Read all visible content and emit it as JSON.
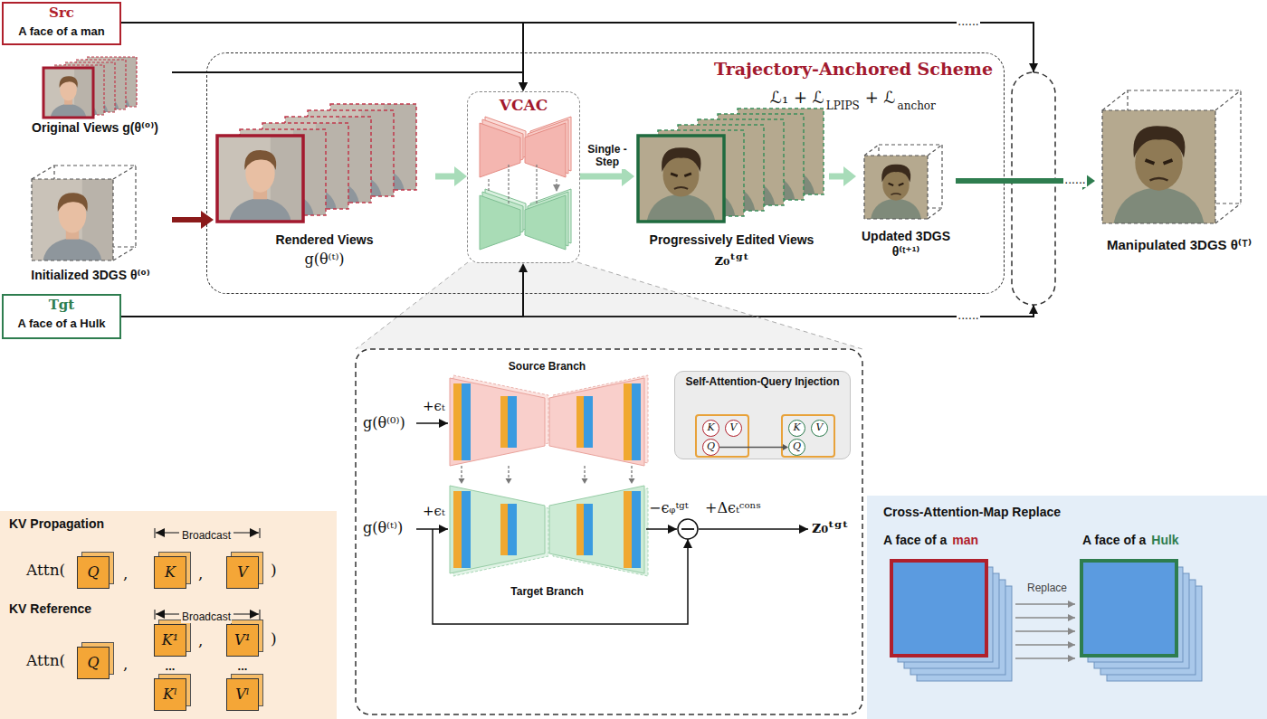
{
  "diagram": {
    "nodes": [
      {
        "text": [
          "Src",
          "A face of a man"
        ]
      },
      {
        "text": [
          "Original Views g(θ⁽⁰⁾)"
        ]
      },
      {
        "text": [
          "Initialized 3DGS θ⁽⁰⁾"
        ]
      },
      {
        "text": [
          "Trajectory-Anchored Scheme"
        ]
      },
      {
        "text": [
          "Rendered Views",
          "g(θ⁽ᵗ⁾)"
        ],
        "in": 3
      },
      {
        "text": [
          "VCAC"
        ],
        "in": 3
      },
      {
        "text": [
          "Progressively Edited Views",
          "z₀ᵗᵍᵗ"
        ],
        "in": 3
      },
      {
        "text": [
          "Updated 3DGS θ⁽ᵗ⁺¹⁾"
        ],
        "in": 3
      },
      {
        "text": [
          "Manipulated 3DGS θ⁽ᵀ⁾"
        ]
      },
      {
        "text": [
          "Tgt",
          "A face of a Hulk"
        ]
      },
      {
        "text": [
          "KV Propagation",
          "KV Reference"
        ]
      },
      {
        "text": [
          "Q"
        ],
        "in": 10
      },
      {
        "text": [
          "K"
        ],
        "in": 10
      },
      {
        "text": [
          "V"
        ],
        "in": 10
      },
      {
        "text": [
          "Q"
        ],
        "in": 10
      },
      {
        "text": [
          "K¹"
        ],
        "in": 10
      },
      {
        "text": [
          "V¹"
        ],
        "in": 10
      },
      {
        "text": [
          "Kˡ"
        ],
        "in": 10
      },
      {
        "text": [
          "Vˡ"
        ],
        "in": 10
      },
      {
        "text": [
          "Source Branch"
        ]
      },
      {
        "text": [
          "Target Branch"
        ]
      },
      {
        "text": [
          "Self-Attention-Query Injection"
        ]
      },
      {
        "text": [
          "K"
        ],
        "in": 21
      },
      {
        "text": [
          "V"
        ],
        "in": 21
      },
      {
        "text": [
          "Q"
        ],
        "in": 21
      },
      {
        "text": [
          "K"
        ],
        "in": 21
      },
      {
        "text": [
          "V"
        ],
        "in": 21
      },
      {
        "text": [
          "Q"
        ],
        "in": 21
      },
      {
        "text": [
          "Cross-Attention-Map Replace"
        ]
      }
    ],
    "edges": [
      {
        "from": 0,
        "to": 5,
        "arrow": "to"
      },
      {
        "from": 1,
        "to": 5,
        "arrow": "to"
      },
      {
        "from": 9,
        "to": 5,
        "arrow": "to"
      },
      {
        "from": 2,
        "to": 4,
        "arrow": "to"
      },
      {
        "from": 4,
        "to": 5,
        "arrow": "to"
      },
      {
        "from": 5,
        "to": 6,
        "label": "Single -Step",
        "arrow": "to"
      },
      {
        "from": 6,
        "to": 7,
        "arrow": "to"
      },
      {
        "from": 7,
        "to": 8,
        "arrow": "to"
      },
      {
        "from": 19,
        "to": 20,
        "arrow": "to"
      },
      {
        "from": 19,
        "to": 20,
        "arrow": "to"
      },
      {
        "from": 19,
        "to": 20,
        "arrow": "to"
      },
      {
        "from": 19,
        "to": 20,
        "arrow": "to"
      },
      {
        "from": 24,
        "to": 27,
        "arrow": "to"
      }
    ],
    "labels": [
      "......",
      "......",
      "......",
      "ℒ₁ + ℒ",
      "LPIPS",
      "+ ℒ",
      "anchor",
      "Broadcast",
      "Attn(",
      ",",
      ",",
      ")",
      "Broadcast",
      "Attn(",
      ",",
      ",",
      ")",
      "...",
      "...",
      "g(θ⁽⁰⁾)",
      "+ϵₜ",
      "g(θ⁽ᵗ⁾)",
      "+ϵₜ",
      "−ϵᵩᵗᵍᵗ",
      "+Δϵₜᶜᵒⁿˢ",
      "z₀ᵗᵍᵗ",
      "A face of a",
      "man",
      "A face of a",
      "Hulk",
      "Replace"
    ]
  }
}
